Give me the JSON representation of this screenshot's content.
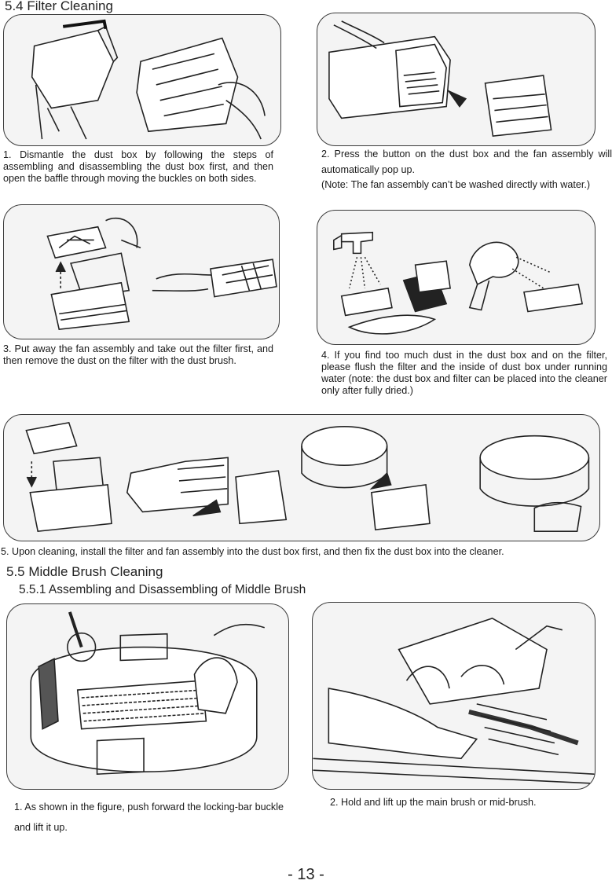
{
  "section_54": {
    "title": "5.4 Filter Cleaning"
  },
  "steps": {
    "s1": "1. Dismantle the dust box by following the steps of assembling and disassembling the dust box first, and then open the baffle through moving the buckles on both sides.",
    "s2a": "2. Press the button on the dust box and the fan assembly will automatically pop up.",
    "s2b": "(Note: The fan assembly can’t be washed directly with water.)",
    "s3": "3. Put away the fan assembly and take out the filter first, and then remove the dust on the filter with the dust brush.",
    "s4": "4. If you find too much dust in the dust box and on the filter, please flush the filter and the inside of dust box under running water (note: the dust box and filter can be placed into the cleaner only after fully dried.)",
    "s5": "5. Upon cleaning, install the filter and fan assembly into the dust box first, and then fix the dust box into the cleaner."
  },
  "section_55": {
    "title": "5.5 Middle Brush Cleaning",
    "subtitle": "5.5.1 Assembling and Disassembling of Middle Brush",
    "step1": "1. As shown in the figure, push forward the locking-bar buckle and lift it up.",
    "step2": "2. Hold and lift up the main brush or mid-brush."
  },
  "page_number": "- 13 -"
}
